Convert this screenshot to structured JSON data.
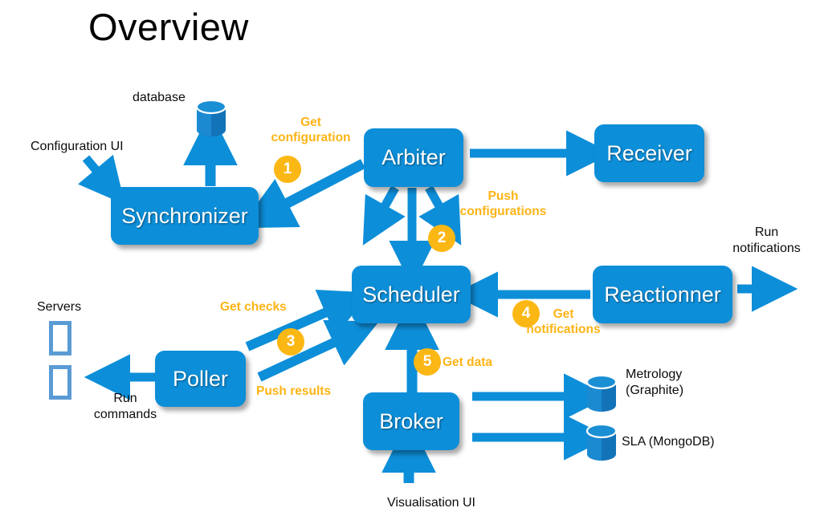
{
  "page": {
    "title": "Overview",
    "background": "#ffffff",
    "accent_blue": "#0d8ed8",
    "accent_orange": "#fbb714",
    "server_outline": "#5b9bd5",
    "text_color": "#0c0c0c"
  },
  "nodes": [
    {
      "id": "synchronizer",
      "label": "Synchronizer"
    },
    {
      "id": "arbiter",
      "label": "Arbiter"
    },
    {
      "id": "receiver",
      "label": "Receiver"
    },
    {
      "id": "scheduler",
      "label": "Scheduler"
    },
    {
      "id": "reactionner",
      "label": "Reactionner"
    },
    {
      "id": "poller",
      "label": "Poller"
    },
    {
      "id": "broker",
      "label": "Broker"
    }
  ],
  "datastores": [
    {
      "id": "database",
      "label": "database"
    },
    {
      "id": "metrology",
      "label_line1": "Metrology",
      "label_line2": "(Graphite)"
    },
    {
      "id": "sla",
      "label": "SLA (MongoDB)"
    }
  ],
  "external": [
    {
      "id": "configuration-ui",
      "label": "Configuration  UI"
    },
    {
      "id": "visualisation-ui",
      "label": "Visualisation UI"
    },
    {
      "id": "servers",
      "label": "Servers"
    },
    {
      "id": "run-commands",
      "line1": "Run",
      "line2": "commands"
    },
    {
      "id": "run-notifications",
      "line1": "Run",
      "line2": "notifications"
    }
  ],
  "steps": [
    {
      "number": "1",
      "label_line1": "Get",
      "label_line2": "configuration"
    },
    {
      "number": "2",
      "label_line1": "Push",
      "label_line2": "configurations"
    },
    {
      "number": "3",
      "label_top": "Get checks",
      "label_bottom": "Push  results"
    },
    {
      "number": "4",
      "label_line1": "Get",
      "label_line2": "notifications"
    },
    {
      "number": "5",
      "label": "Get data"
    }
  ]
}
